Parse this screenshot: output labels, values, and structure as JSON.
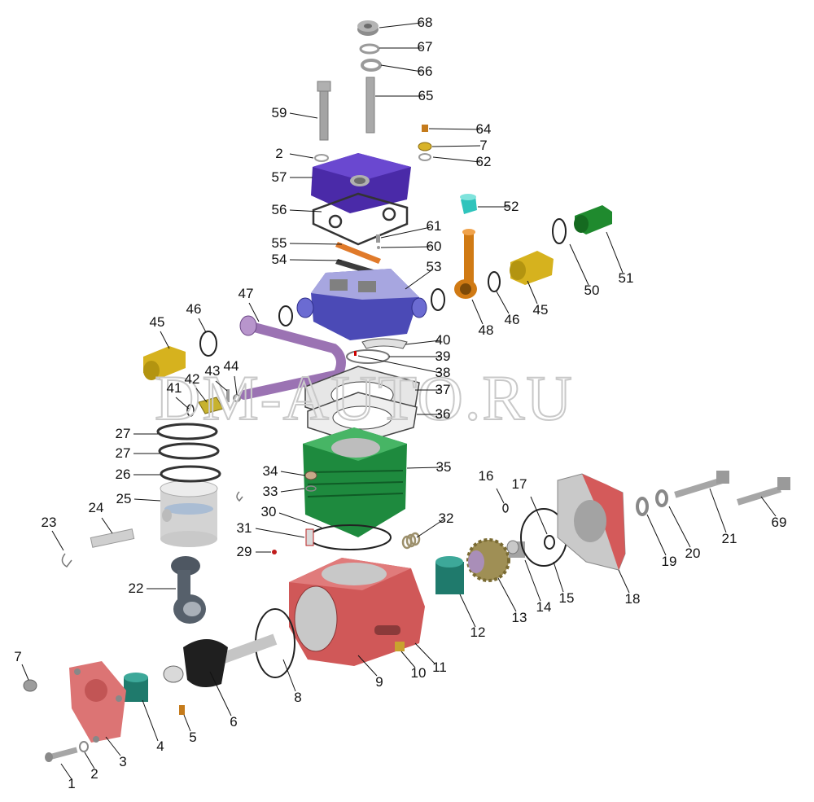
{
  "watermark": "DM-AUTO.RU",
  "parts": [
    {
      "id": "p1",
      "label": "1"
    },
    {
      "id": "p2a",
      "label": "2"
    },
    {
      "id": "p3",
      "label": "3"
    },
    {
      "id": "p4",
      "label": "4"
    },
    {
      "id": "p5",
      "label": "5"
    },
    {
      "id": "p6",
      "label": "6"
    },
    {
      "id": "p7a",
      "label": "7"
    },
    {
      "id": "p8",
      "label": "8"
    },
    {
      "id": "p9",
      "label": "9"
    },
    {
      "id": "p10",
      "label": "10"
    },
    {
      "id": "p11",
      "label": "11"
    },
    {
      "id": "p12",
      "label": "12"
    },
    {
      "id": "p13",
      "label": "13"
    },
    {
      "id": "p14",
      "label": "14"
    },
    {
      "id": "p15",
      "label": "15"
    },
    {
      "id": "p16",
      "label": "16"
    },
    {
      "id": "p17",
      "label": "17"
    },
    {
      "id": "p18",
      "label": "18"
    },
    {
      "id": "p19",
      "label": "19"
    },
    {
      "id": "p20",
      "label": "20"
    },
    {
      "id": "p21",
      "label": "21"
    },
    {
      "id": "p22",
      "label": "22"
    },
    {
      "id": "p23",
      "label": "23"
    },
    {
      "id": "p24",
      "label": "24"
    },
    {
      "id": "p25",
      "label": "25"
    },
    {
      "id": "p26",
      "label": "26"
    },
    {
      "id": "p27a",
      "label": "27"
    },
    {
      "id": "p27b",
      "label": "27"
    },
    {
      "id": "p29",
      "label": "29"
    },
    {
      "id": "p30",
      "label": "30"
    },
    {
      "id": "p31",
      "label": "31"
    },
    {
      "id": "p32",
      "label": "32"
    },
    {
      "id": "p33",
      "label": "33"
    },
    {
      "id": "p34",
      "label": "34"
    },
    {
      "id": "p35",
      "label": "35"
    },
    {
      "id": "p36",
      "label": "36"
    },
    {
      "id": "p37",
      "label": "37"
    },
    {
      "id": "p38",
      "label": "38"
    },
    {
      "id": "p39",
      "label": "39"
    },
    {
      "id": "p40",
      "label": "40"
    },
    {
      "id": "p41",
      "label": "41"
    },
    {
      "id": "p42",
      "label": "42"
    },
    {
      "id": "p43",
      "label": "43"
    },
    {
      "id": "p44",
      "label": "44"
    },
    {
      "id": "p45a",
      "label": "45"
    },
    {
      "id": "p45b",
      "label": "45"
    },
    {
      "id": "p46a",
      "label": "46"
    },
    {
      "id": "p46b",
      "label": "46"
    },
    {
      "id": "p47",
      "label": "47"
    },
    {
      "id": "p48",
      "label": "48"
    },
    {
      "id": "p50",
      "label": "50"
    },
    {
      "id": "p51",
      "label": "51"
    },
    {
      "id": "p52",
      "label": "52"
    },
    {
      "id": "p53",
      "label": "53"
    },
    {
      "id": "p54",
      "label": "54"
    },
    {
      "id": "p55",
      "label": "55"
    },
    {
      "id": "p56",
      "label": "56"
    },
    {
      "id": "p57",
      "label": "57"
    },
    {
      "id": "p59",
      "label": "59"
    },
    {
      "id": "p60",
      "label": "60"
    },
    {
      "id": "p61",
      "label": "61"
    },
    {
      "id": "p62",
      "label": "62"
    },
    {
      "id": "p64",
      "label": "64"
    },
    {
      "id": "p65",
      "label": "65"
    },
    {
      "id": "p66",
      "label": "66"
    },
    {
      "id": "p67",
      "label": "67"
    },
    {
      "id": "p68",
      "label": "68"
    },
    {
      "id": "p7b",
      "label": "7"
    },
    {
      "id": "p2b",
      "label": "2"
    },
    {
      "id": "p69",
      "label": "69"
    }
  ]
}
